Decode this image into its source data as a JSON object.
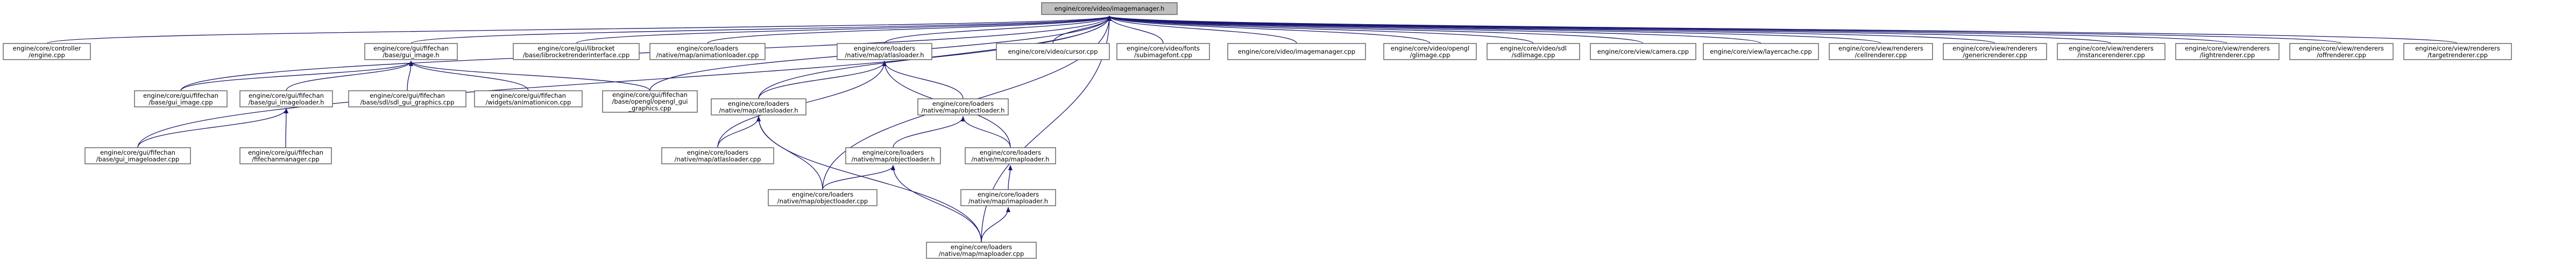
{
  "colors": {
    "node_fill": "#ffffff",
    "root_fill": "#bfbfbf",
    "node_stroke": "#666666",
    "edge": "#191970",
    "background": "#ffffff"
  },
  "diagram": {
    "type": "include-dependency-graph",
    "nodes": [
      {
        "id": "root",
        "lines": [
          "engine/core/video/imagemanager.h"
        ],
        "root": true
      },
      {
        "id": "controller",
        "lines": [
          "engine/core/controller",
          "/engine.cpp"
        ]
      },
      {
        "id": "gui_image_h",
        "lines": [
          "engine/core/gui/fifechan",
          "/base/gui_image.h"
        ]
      },
      {
        "id": "librocket",
        "lines": [
          "engine/core/gui/librocket",
          "/base/librocketrenderinterface.cpp"
        ]
      },
      {
        "id": "animationloader",
        "lines": [
          "engine/core/loaders",
          "/native/map/animationloader.cpp"
        ]
      },
      {
        "id": "atlasloader_h",
        "lines": [
          "engine/core/loaders",
          "/native/map/atlasloader.h"
        ]
      },
      {
        "id": "cursor",
        "lines": [
          "engine/core/video/cursor.cpp"
        ]
      },
      {
        "id": "subimagefont",
        "lines": [
          "engine/core/video/fonts",
          "/subimagefont.cpp"
        ]
      },
      {
        "id": "imagemanager_cpp",
        "lines": [
          "engine/core/video/imagemanager.cpp"
        ]
      },
      {
        "id": "glimage",
        "lines": [
          "engine/core/video/opengl",
          "/glimage.cpp"
        ]
      },
      {
        "id": "sdlimage",
        "lines": [
          "engine/core/video/sdl",
          "/sdlimage.cpp"
        ]
      },
      {
        "id": "camera",
        "lines": [
          "engine/core/view/camera.cpp"
        ]
      },
      {
        "id": "layercache",
        "lines": [
          "engine/core/view/layercache.cpp"
        ]
      },
      {
        "id": "cellrenderer",
        "lines": [
          "engine/core/view/renderers",
          "/cellrenderer.cpp"
        ]
      },
      {
        "id": "genericrenderer",
        "lines": [
          "engine/core/view/renderers",
          "/genericrenderer.cpp"
        ]
      },
      {
        "id": "instancerenderer",
        "lines": [
          "engine/core/view/renderers",
          "/instancerenderer.cpp"
        ]
      },
      {
        "id": "lightrenderer",
        "lines": [
          "engine/core/view/renderers",
          "/lightrenderer.cpp"
        ]
      },
      {
        "id": "offrenderer",
        "lines": [
          "engine/core/view/renderers",
          "/offrenderer.cpp"
        ]
      },
      {
        "id": "targetrenderer",
        "lines": [
          "engine/core/view/renderers",
          "/targetrenderer.cpp"
        ]
      },
      {
        "id": "gui_image_cpp",
        "lines": [
          "engine/core/gui/fifechan",
          "/base/gui_image.cpp"
        ]
      },
      {
        "id": "gui_imageloader_h",
        "lines": [
          "engine/core/gui/fifechan",
          "/base/gui_imageloader.h"
        ]
      },
      {
        "id": "sdl_gui_graphics",
        "lines": [
          "engine/core/gui/fifechan",
          "/base/sdl/sdl_gui_graphics.cpp"
        ]
      },
      {
        "id": "animationicon",
        "lines": [
          "engine/core/gui/fifechan",
          "/widgets/animationicon.cpp"
        ]
      },
      {
        "id": "opengl_gui_graphics",
        "lines": [
          "engine/core/gui/fifechan",
          "/base/opengl/opengl_gui",
          "_graphics.cpp"
        ]
      },
      {
        "id": "mapobjectloader_h",
        "lines": [
          "engine/core/loaders",
          "/native/map/objectloader.h"
        ]
      },
      {
        "id": "atlasloader2_h",
        "lines": [
          "engine/core/loaders",
          "/native/map/atlasloader.h"
        ]
      },
      {
        "id": "gui_imageloader_cpp",
        "lines": [
          "engine/core/gui/fifechan",
          "/base/gui_imageloader.cpp"
        ]
      },
      {
        "id": "fifechanmanager",
        "lines": [
          "engine/core/gui/fifechan",
          "/fifechanmanager.cpp"
        ]
      },
      {
        "id": "atlasloader_cpp",
        "lines": [
          "engine/core/loaders",
          "/native/map/atlasloader.cpp"
        ]
      },
      {
        "id": "objectloader_h",
        "lines": [
          "engine/core/loaders",
          "/native/map/objectloader.h"
        ]
      },
      {
        "id": "maploader_h",
        "lines": [
          "engine/core/loaders",
          "/native/map/maploader.h"
        ]
      },
      {
        "id": "objectloader_cpp",
        "lines": [
          "engine/core/loaders",
          "/native/map/objectloader.cpp"
        ]
      },
      {
        "id": "maploader_h2",
        "lines": [
          "engine/core/loaders",
          "/native/map/imaploader.h"
        ]
      },
      {
        "id": "maploader_cpp",
        "lines": [
          "engine/core/loaders",
          "/native/map/maploader.cpp"
        ]
      }
    ],
    "edges": [
      [
        "controller",
        "root"
      ],
      [
        "gui_image_h",
        "root"
      ],
      [
        "librocket",
        "root"
      ],
      [
        "animationloader",
        "root"
      ],
      [
        "atlasloader_h",
        "root"
      ],
      [
        "cursor",
        "root"
      ],
      [
        "subimagefont",
        "root"
      ],
      [
        "imagemanager_cpp",
        "root"
      ],
      [
        "glimage",
        "root"
      ],
      [
        "sdlimage",
        "root"
      ],
      [
        "camera",
        "root"
      ],
      [
        "layercache",
        "root"
      ],
      [
        "cellrenderer",
        "root"
      ],
      [
        "genericrenderer",
        "root"
      ],
      [
        "instancerenderer",
        "root"
      ],
      [
        "lightrenderer",
        "root"
      ],
      [
        "offrenderer",
        "root"
      ],
      [
        "targetrenderer",
        "root"
      ],
      [
        "gui_image_cpp",
        "root"
      ],
      [
        "gui_imageloader_cpp",
        "root"
      ],
      [
        "opengl_gui_graphics",
        "root"
      ],
      [
        "atlasloader2_h",
        "root"
      ],
      [
        "objectloader_cpp",
        "root"
      ],
      [
        "maploader_cpp",
        "root"
      ],
      [
        "gui_image_cpp",
        "gui_image_h"
      ],
      [
        "gui_imageloader_h",
        "gui_image_h"
      ],
      [
        "sdl_gui_graphics",
        "gui_image_h"
      ],
      [
        "animationicon",
        "gui_image_h"
      ],
      [
        "opengl_gui_graphics",
        "gui_image_h"
      ],
      [
        "gui_imageloader_cpp",
        "gui_imageloader_h"
      ],
      [
        "fifechanmanager",
        "gui_imageloader_h"
      ],
      [
        "atlasloader2_h",
        "atlasloader_h"
      ],
      [
        "mapobjectloader_h",
        "atlasloader_h"
      ],
      [
        "atlasloader_cpp",
        "atlasloader_h"
      ],
      [
        "maploader_h",
        "atlasloader_h"
      ],
      [
        "objectloader_h",
        "mapobjectloader_h"
      ],
      [
        "maploader_h",
        "mapobjectloader_h"
      ],
      [
        "atlasloader_cpp",
        "atlasloader2_h"
      ],
      [
        "objectloader_cpp",
        "atlasloader2_h"
      ],
      [
        "maploader_cpp",
        "atlasloader2_h"
      ],
      [
        "objectloader_cpp",
        "objectloader_h"
      ],
      [
        "maploader_cpp",
        "objectloader_h"
      ],
      [
        "maploader_h2",
        "maploader_h"
      ],
      [
        "maploader_cpp",
        "maploader_h2"
      ]
    ]
  }
}
